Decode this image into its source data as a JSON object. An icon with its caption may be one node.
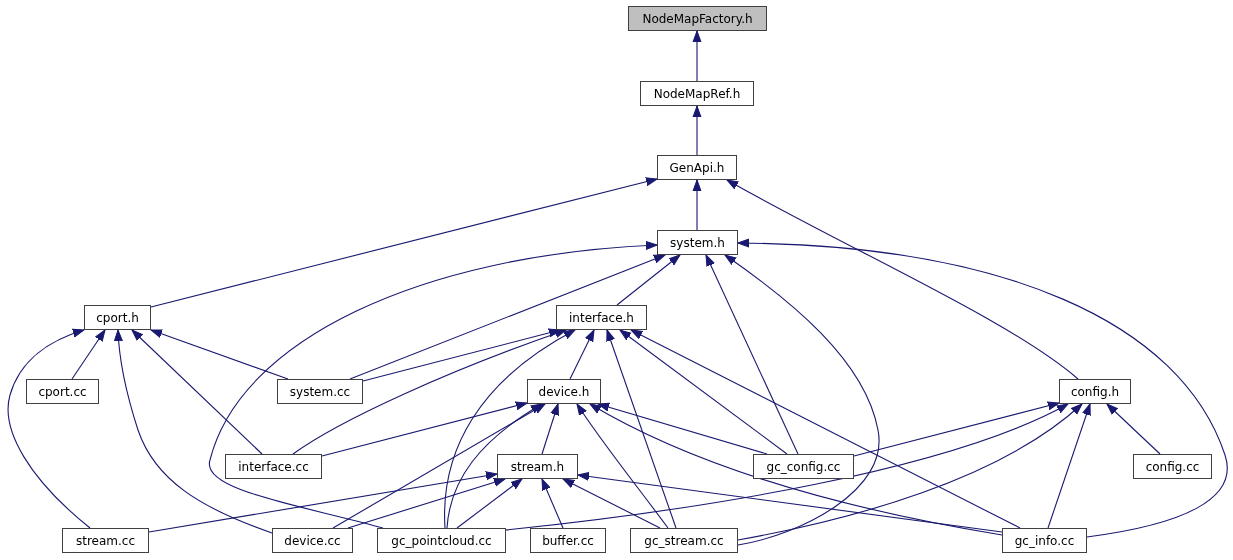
{
  "diagram": {
    "nodes": [
      {
        "text": [
          "NodeMapFactory.h"
        ]
      },
      {
        "text": [
          "NodeMapRef.h"
        ]
      },
      {
        "text": [
          "GenApi.h"
        ]
      },
      {
        "text": [
          "system.h"
        ]
      },
      {
        "text": [
          "cport.h"
        ]
      },
      {
        "text": [
          "interface.h"
        ]
      },
      {
        "text": [
          "cport.cc"
        ]
      },
      {
        "text": [
          "system.cc"
        ]
      },
      {
        "text": [
          "device.h"
        ]
      },
      {
        "text": [
          "config.h"
        ]
      },
      {
        "text": [
          "interface.cc"
        ]
      },
      {
        "text": [
          "stream.h"
        ]
      },
      {
        "text": [
          "gc_config.cc"
        ]
      },
      {
        "text": [
          "config.cc"
        ]
      },
      {
        "text": [
          "stream.cc"
        ]
      },
      {
        "text": [
          "device.cc"
        ]
      },
      {
        "text": [
          "gc_pointcloud.cc"
        ]
      },
      {
        "text": [
          "buffer.cc"
        ]
      },
      {
        "text": [
          "gc_stream.cc"
        ]
      },
      {
        "text": [
          "gc_info.cc"
        ]
      }
    ],
    "edges": [
      {
        "from": 1,
        "to": 0,
        "arrow": "to"
      },
      {
        "from": 2,
        "to": 1,
        "arrow": "to"
      },
      {
        "from": 3,
        "to": 2,
        "arrow": "to"
      },
      {
        "from": 4,
        "to": 2,
        "arrow": "to"
      },
      {
        "from": 9,
        "to": 2,
        "arrow": "to"
      },
      {
        "from": 5,
        "to": 3,
        "arrow": "to"
      },
      {
        "from": 7,
        "to": 3,
        "arrow": "to"
      },
      {
        "from": 16,
        "to": 3,
        "arrow": "to"
      },
      {
        "from": 12,
        "to": 3,
        "arrow": "to"
      },
      {
        "from": 18,
        "to": 3,
        "arrow": "to"
      },
      {
        "from": 19,
        "to": 3,
        "arrow": "to"
      },
      {
        "from": 6,
        "to": 4,
        "arrow": "to"
      },
      {
        "from": 7,
        "to": 4,
        "arrow": "to"
      },
      {
        "from": 10,
        "to": 4,
        "arrow": "to"
      },
      {
        "from": 14,
        "to": 4,
        "arrow": "to"
      },
      {
        "from": 15,
        "to": 4,
        "arrow": "to"
      },
      {
        "from": 8,
        "to": 5,
        "arrow": "to"
      },
      {
        "from": 7,
        "to": 5,
        "arrow": "to"
      },
      {
        "from": 10,
        "to": 5,
        "arrow": "to"
      },
      {
        "from": 16,
        "to": 5,
        "arrow": "to"
      },
      {
        "from": 18,
        "to": 5,
        "arrow": "to"
      },
      {
        "from": 12,
        "to": 5,
        "arrow": "to"
      },
      {
        "from": 19,
        "to": 5,
        "arrow": "to"
      },
      {
        "from": 11,
        "to": 8,
        "arrow": "to"
      },
      {
        "from": 10,
        "to": 8,
        "arrow": "to"
      },
      {
        "from": 15,
        "to": 8,
        "arrow": "to"
      },
      {
        "from": 16,
        "to": 8,
        "arrow": "to"
      },
      {
        "from": 18,
        "to": 8,
        "arrow": "to"
      },
      {
        "from": 12,
        "to": 8,
        "arrow": "to"
      },
      {
        "from": 19,
        "to": 8,
        "arrow": "to"
      },
      {
        "from": 14,
        "to": 11,
        "arrow": "to"
      },
      {
        "from": 15,
        "to": 11,
        "arrow": "to"
      },
      {
        "from": 16,
        "to": 11,
        "arrow": "to"
      },
      {
        "from": 17,
        "to": 11,
        "arrow": "to"
      },
      {
        "from": 18,
        "to": 11,
        "arrow": "to"
      },
      {
        "from": 19,
        "to": 11,
        "arrow": "to"
      },
      {
        "from": 12,
        "to": 9,
        "arrow": "to"
      },
      {
        "from": 16,
        "to": 9,
        "arrow": "to"
      },
      {
        "from": 18,
        "to": 9,
        "arrow": "to"
      },
      {
        "from": 19,
        "to": 9,
        "arrow": "to"
      },
      {
        "from": 13,
        "to": 9,
        "arrow": "to"
      }
    ]
  }
}
